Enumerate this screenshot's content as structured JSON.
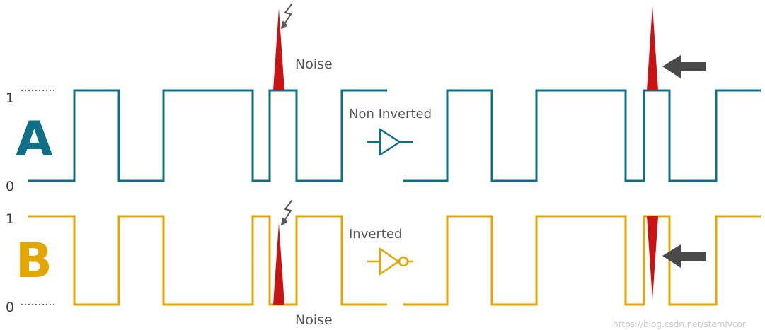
{
  "colors": {
    "signal_a": "#0f6f86",
    "signal_b": "#e3a600",
    "noise": "#c81414",
    "arrow": "#4a4a4a",
    "text": "#555555"
  },
  "signal_a": {
    "letter": "A",
    "level_high": "1",
    "level_low": "0",
    "gate_label": "Non Inverted",
    "gate_icon": "buffer-gate-icon",
    "noise_label": "Noise"
  },
  "signal_b": {
    "letter": "B",
    "level_high": "1",
    "level_low": "0",
    "gate_label": "Inverted",
    "gate_icon": "not-gate-icon",
    "noise_label": "Noise"
  },
  "icons": {
    "lightning": "lightning-bolt-icon",
    "arrow": "left-arrow-icon"
  },
  "watermark": "https://blog.csdn.net/stemlvcor"
}
